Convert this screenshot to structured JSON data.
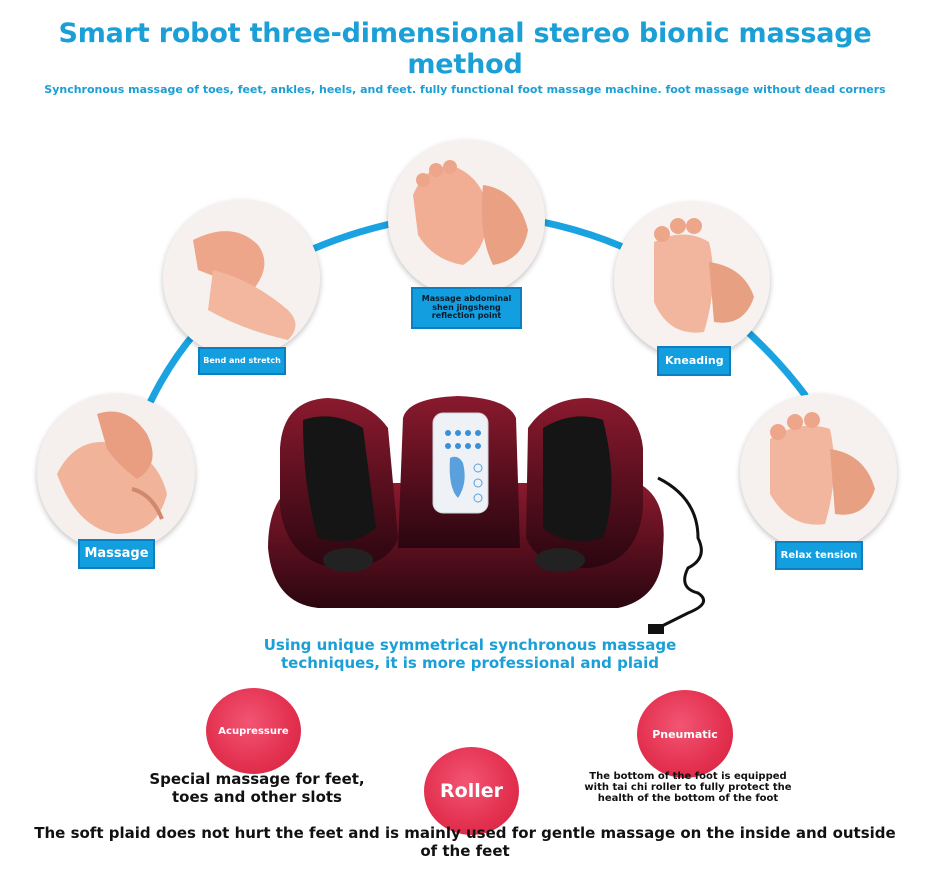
{
  "header": {
    "title": "Smart robot three-dimensional stereo bionic massage method",
    "subtitle": "Synchronous massage of toes, feet, ankles, heels, and feet. fully functional foot massage machine. foot massage without dead corners"
  },
  "features": [
    {
      "label": "Massage"
    },
    {
      "label": "Bend and stretch"
    },
    {
      "label": "Massage abdominal shen jingsheng reflection point"
    },
    {
      "label": "Kneading"
    },
    {
      "label": "Relax tension"
    }
  ],
  "center_text": "Using unique symmetrical synchronous massage techniques, it is more professional and plaid",
  "modes": [
    {
      "label": "Acupressure",
      "description": "Special massage for feet, toes and other slots"
    },
    {
      "label": "Roller",
      "description": "The soft plaid does not hurt the feet and is mainly used for gentle massage on the inside and outside of the feet"
    },
    {
      "label": "Pneumatic",
      "description": "The bottom of the foot is equipped with tai chi roller to fully protect the health of the bottom of the foot"
    }
  ],
  "colors": {
    "accent": "#1a9fd6",
    "label_bg": "#139ee0",
    "mode_red": "#e3304f",
    "machine": "#5a0f1e"
  }
}
